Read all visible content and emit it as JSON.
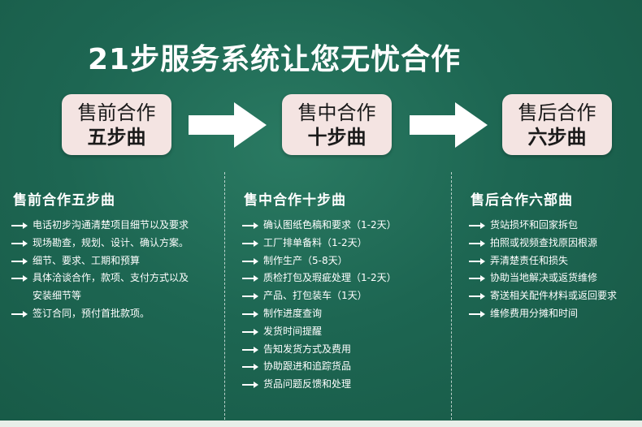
{
  "title": "21步服务系统让您无忧合作",
  "stages": [
    {
      "line1": "售前合作",
      "line2": "五步曲"
    },
    {
      "line1": "售中合作",
      "line2": "十步曲"
    },
    {
      "line1": "售后合作",
      "line2": "六步曲"
    }
  ],
  "columns": [
    {
      "heading": "售前合作五步曲",
      "items": [
        [
          "电话初步沟通清楚项目细节以及要求"
        ],
        [
          "现场勘查，规划、设计、确认方案。"
        ],
        [
          "细节、要求、工期和预算"
        ],
        [
          "具体洽谈合作，款项、支付方式以及",
          "安装细节等"
        ],
        [
          "签订合同，预付首批款项。"
        ]
      ]
    },
    {
      "heading": "售中合作十步曲",
      "items": [
        [
          "确认图纸色稿和要求（1-2天）"
        ],
        [
          "工厂排单备料（1-2天）"
        ],
        [
          "制作生产（5-8天）"
        ],
        [
          "质检打包及瑕疵处理（1-2天）"
        ],
        [
          "产品、打包装车（1天）"
        ],
        [
          "制作进度查询"
        ],
        [
          "发货时间提醒"
        ],
        [
          "告知发货方式及费用"
        ],
        [
          "协助跟进和追踪货品"
        ],
        [
          "货品问题反馈和处理"
        ]
      ]
    },
    {
      "heading": "售后合作六部曲",
      "items": [
        [
          "货站损坏和回家拆包"
        ],
        [
          "拍照或视频查找原因根源"
        ],
        [
          "弄清楚责任和损失"
        ],
        [
          "协助当地解决或返货维修"
        ],
        [
          "寄送相关配件材料或返回要求"
        ],
        [
          "维修费用分摊和时间"
        ]
      ]
    }
  ]
}
